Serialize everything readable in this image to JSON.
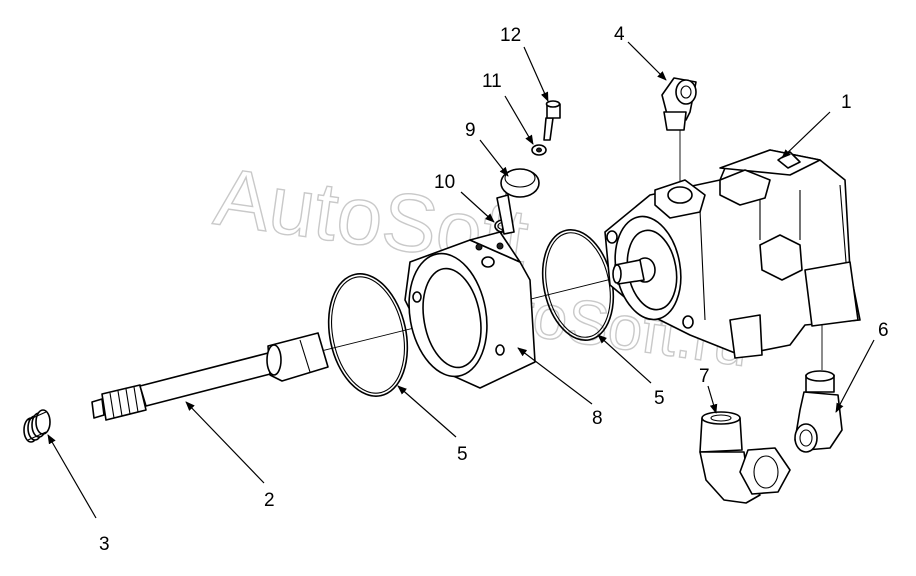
{
  "watermark": {
    "line1": "AutoSoft",
    "line2": "AutoSoft.ru"
  },
  "callouts": [
    "1",
    "2",
    "3",
    "4",
    "5",
    "5",
    "6",
    "7",
    "8",
    "9",
    "10",
    "11",
    "12"
  ],
  "colors": {
    "ink": "#000000",
    "background": "#ffffff",
    "watermark": "#c9c9c9"
  }
}
